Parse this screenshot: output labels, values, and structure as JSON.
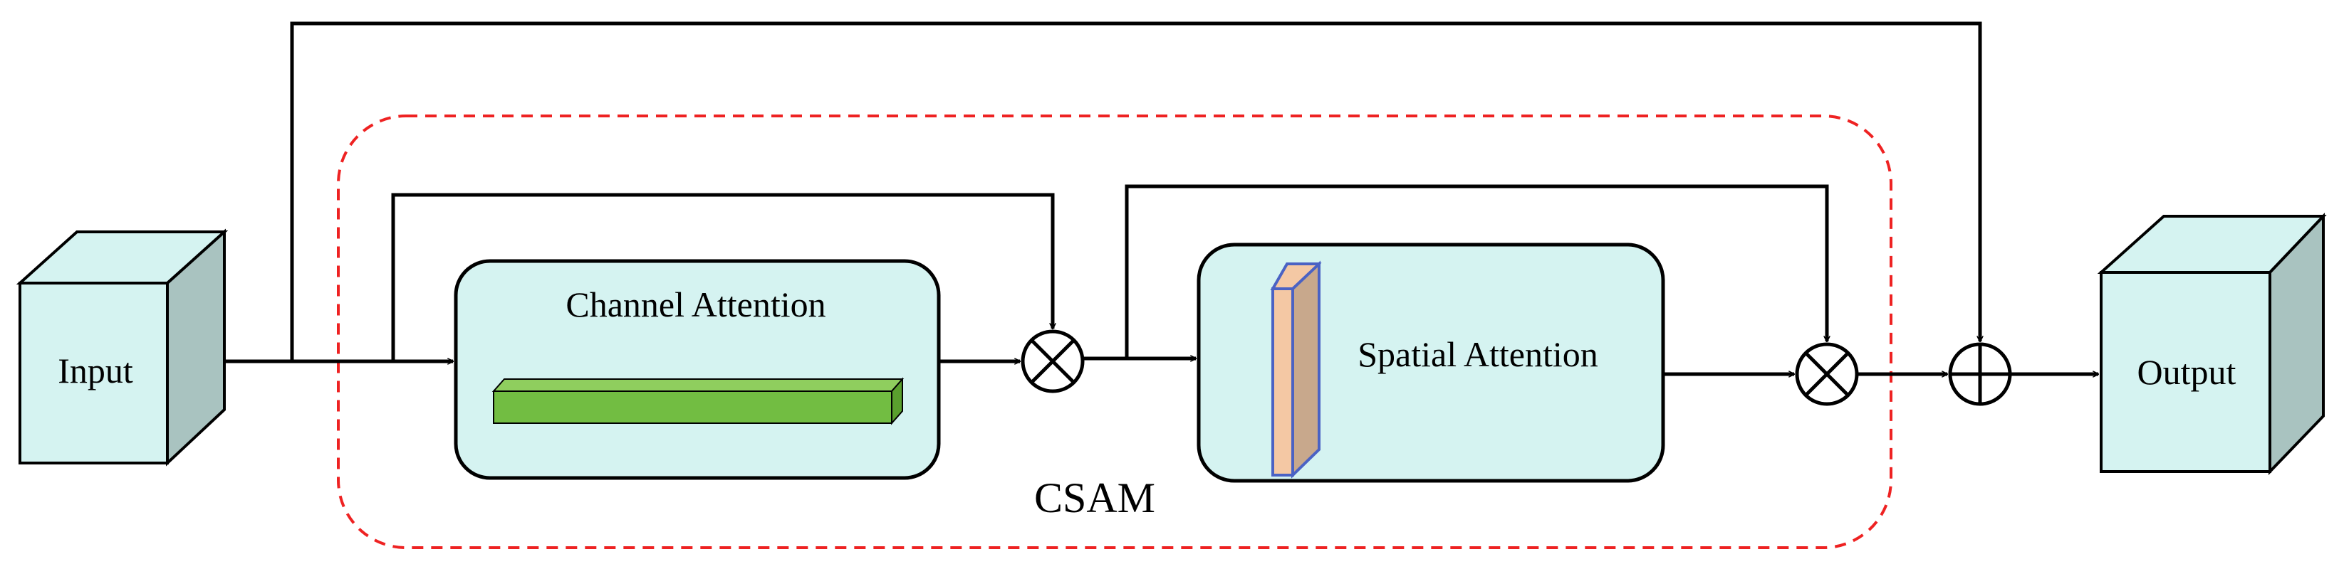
{
  "diagram": {
    "input_label": "Input",
    "output_label": "Output",
    "channel_attention_label": "Channel Attention",
    "spatial_attention_label": "Spatial Attention",
    "module_label": "CSAM",
    "multiply_symbol_1": "multiply-operator",
    "multiply_symbol_2": "multiply-operator",
    "add_symbol": "add-operator"
  },
  "colors": {
    "cube_face": "#d5f3f1",
    "cube_side": "#a9c3c0",
    "box_fill": "#d5f3f1",
    "green_bar": "#72bd42",
    "spatial_front": "#f4c8a4",
    "spatial_side": "#c8a88c",
    "spatial_edge": "#4a62c4",
    "dashed_border": "#ee2222",
    "stroke": "#000000"
  }
}
